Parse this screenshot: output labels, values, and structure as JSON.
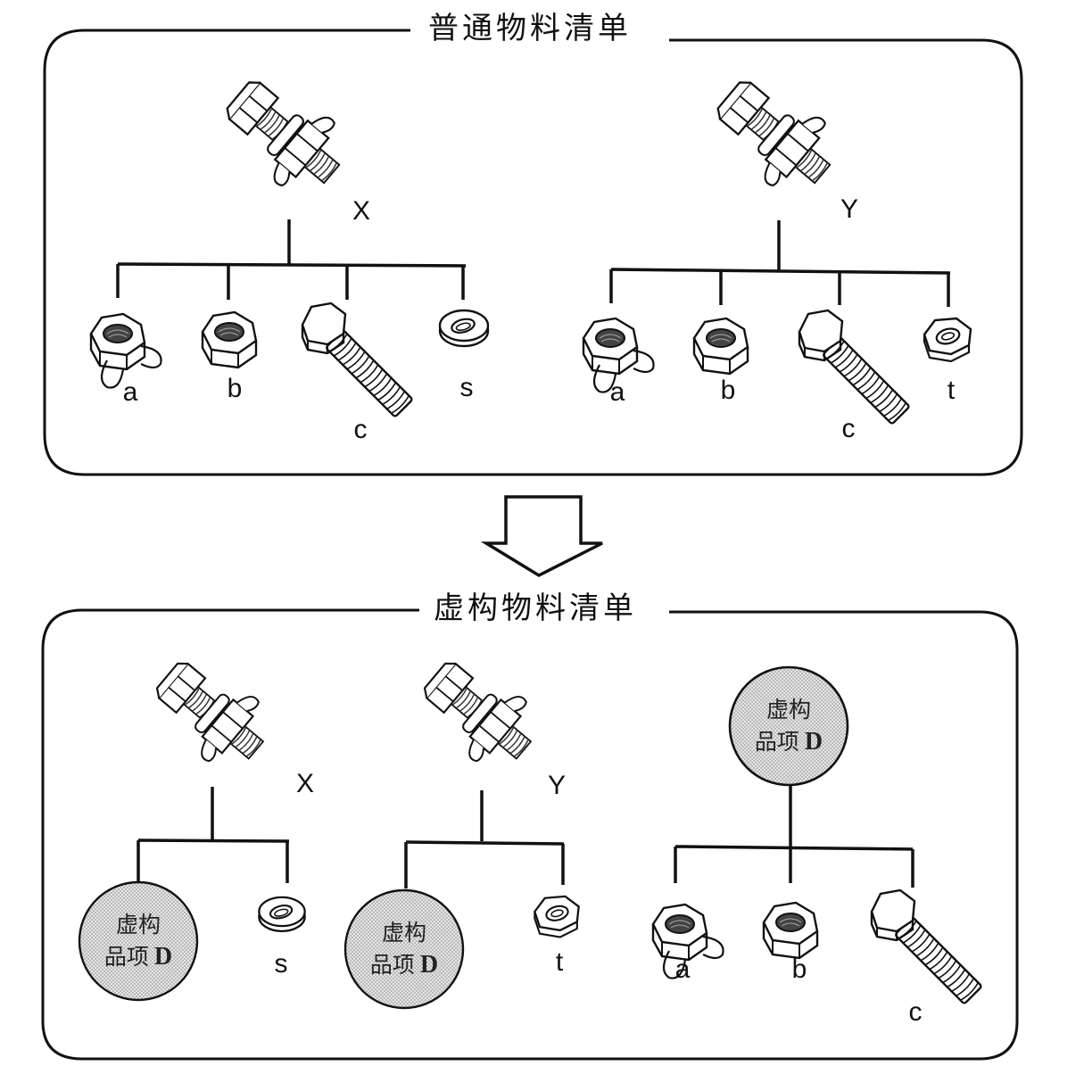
{
  "top_panel": {
    "title": "普通物料清单",
    "assemblies": [
      {
        "name": "X",
        "components": [
          "a",
          "b",
          "c",
          "s"
        ]
      },
      {
        "name": "Y",
        "components": [
          "a",
          "b",
          "c",
          "t"
        ]
      }
    ]
  },
  "transition": {
    "icon": "down-arrow-icon"
  },
  "bottom_panel": {
    "title": "虚构物料清单",
    "assemblies": [
      {
        "name": "X",
        "components": [
          "虚构品项 D",
          "s"
        ]
      },
      {
        "name": "Y",
        "components": [
          "虚构品项 D",
          "t"
        ]
      }
    ],
    "phantom": {
      "line1": "虚构",
      "line2": "品项",
      "code": "D",
      "components": [
        "a",
        "b",
        "c"
      ]
    }
  },
  "labels": {
    "x": "X",
    "y": "Y",
    "a": "a",
    "b": "b",
    "c": "c",
    "s": "s",
    "t": "t"
  },
  "colors": {
    "phantom_fill": "#d4d4d4",
    "line": "#111111"
  }
}
